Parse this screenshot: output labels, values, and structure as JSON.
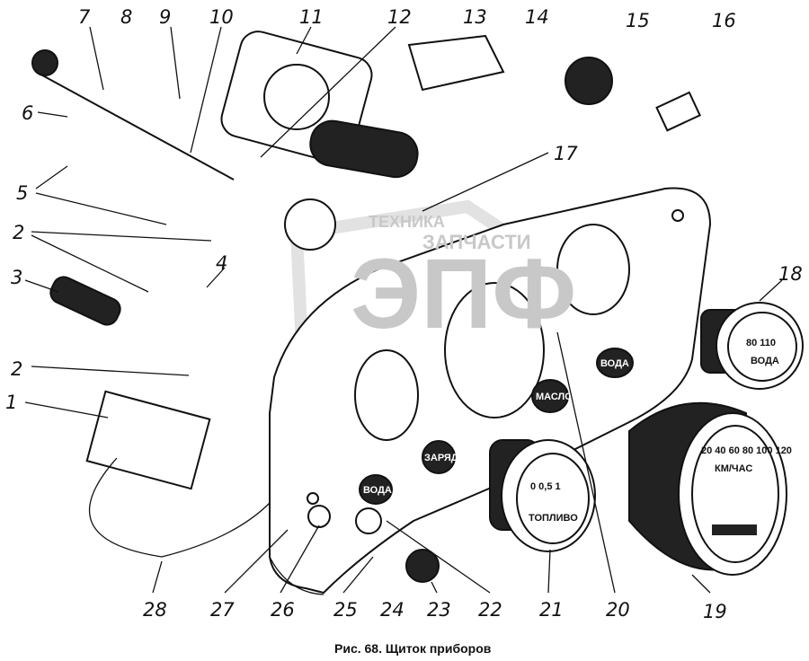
{
  "caption": "Рис. 68. Щиток приборов",
  "watermark": {
    "top": "ТЕХНИКА",
    "middle": "ЗАПЧАСТИ",
    "logo": "ЭПФ"
  },
  "gauge_text": {
    "water_light": "ВОДА",
    "oil_light": "МАСЛО",
    "charge_light": "ЗАРЯД",
    "water_light_2": "ВОДА",
    "fuel_gauge": "ТОПЛИВО",
    "fuel_scale": "0  0,5  1",
    "temp_gauge": "ВОДА",
    "temp_scale": "80  110",
    "speedometer_unit": "КМ/ЧАС",
    "speedometer_scale": "20  40  60  80  100  120"
  },
  "labels": [
    "7",
    "8",
    "9",
    "10",
    "11",
    "12",
    "13",
    "14",
    "15",
    "16",
    "6",
    "5",
    "17",
    "2",
    "4",
    "3",
    "18",
    "2",
    "1",
    "20",
    "21",
    "19",
    "22",
    "23",
    "24",
    "25",
    "26",
    "27",
    "28"
  ]
}
